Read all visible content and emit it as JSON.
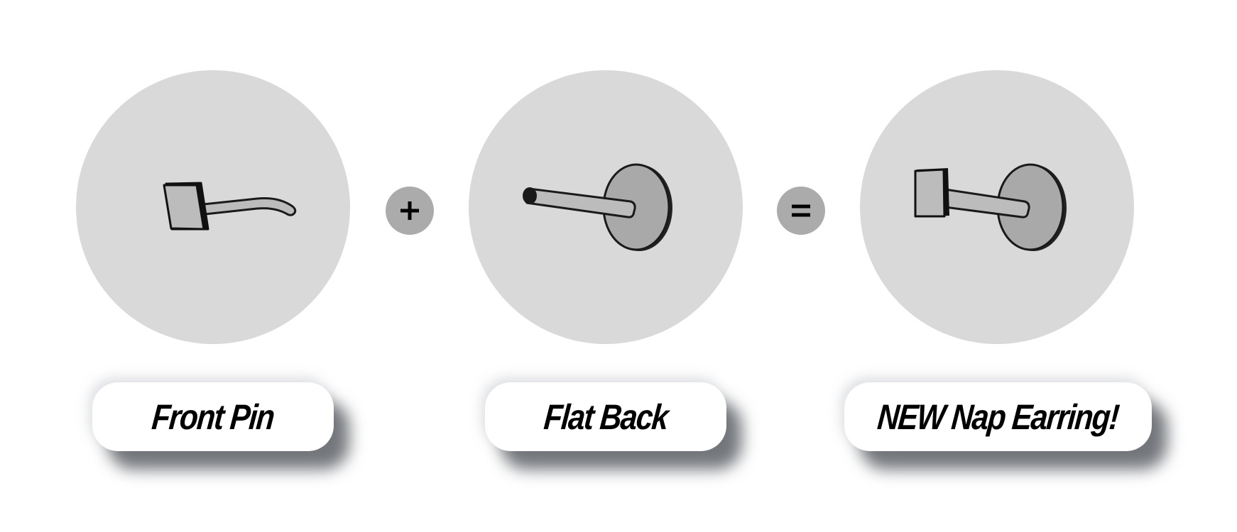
{
  "items": [
    {
      "label": "Front Pin",
      "icon": "front-pin-icon"
    },
    {
      "label": "Flat Back",
      "icon": "flat-back-icon"
    },
    {
      "label": "NEW Nap Earring!",
      "icon": "nap-earring-icon"
    }
  ],
  "operators": [
    {
      "symbol": "plus-icon"
    },
    {
      "symbol": "equals-icon"
    }
  ],
  "colors": {
    "circle": "#d9d9d9",
    "operator": "#ababab",
    "metal": "#bcbcbc",
    "disc": "#a9a9a9"
  }
}
